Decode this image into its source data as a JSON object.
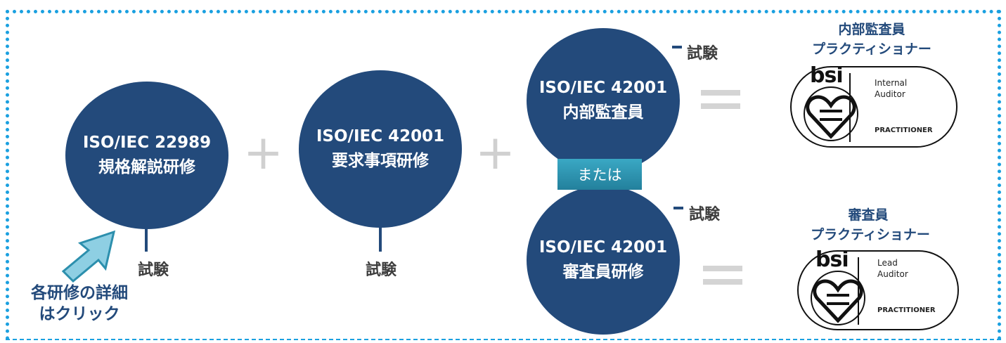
{
  "colors": {
    "circle": "#234a7b",
    "frame": "#1aa0e0",
    "badge": "#2c8fad",
    "operator": "#d0d0d0"
  },
  "courses": {
    "c1": {
      "line1": "ISO/IEC 22989",
      "line2": "規格解説研修"
    },
    "c2": {
      "line1": "ISO/IEC 42001",
      "line2": "要求事項研修"
    },
    "c3": {
      "line1": "ISO/IEC 42001",
      "line2": "内部監査員"
    },
    "c4": {
      "line1": "ISO/IEC 42001",
      "line2": "審査員研修"
    }
  },
  "exam_label": "試験",
  "or_label": "または",
  "plus_symbol": "+",
  "certs": {
    "internal": {
      "title1": "内部監査員",
      "title2": "プラクティショナー",
      "logo": "bsi",
      "line1": "Internal",
      "line2": "Auditor",
      "practitioner": "PRACTITIONER"
    },
    "lead": {
      "title1": "審査員",
      "title2": "プラクティショナー",
      "logo": "bsi",
      "line1": "Lead",
      "line2": "Auditor",
      "practitioner": "PRACTITIONER"
    }
  },
  "cta": {
    "line1": "各研修の詳細",
    "line2": "はクリック",
    "icon": "arrow-pointer-icon"
  }
}
